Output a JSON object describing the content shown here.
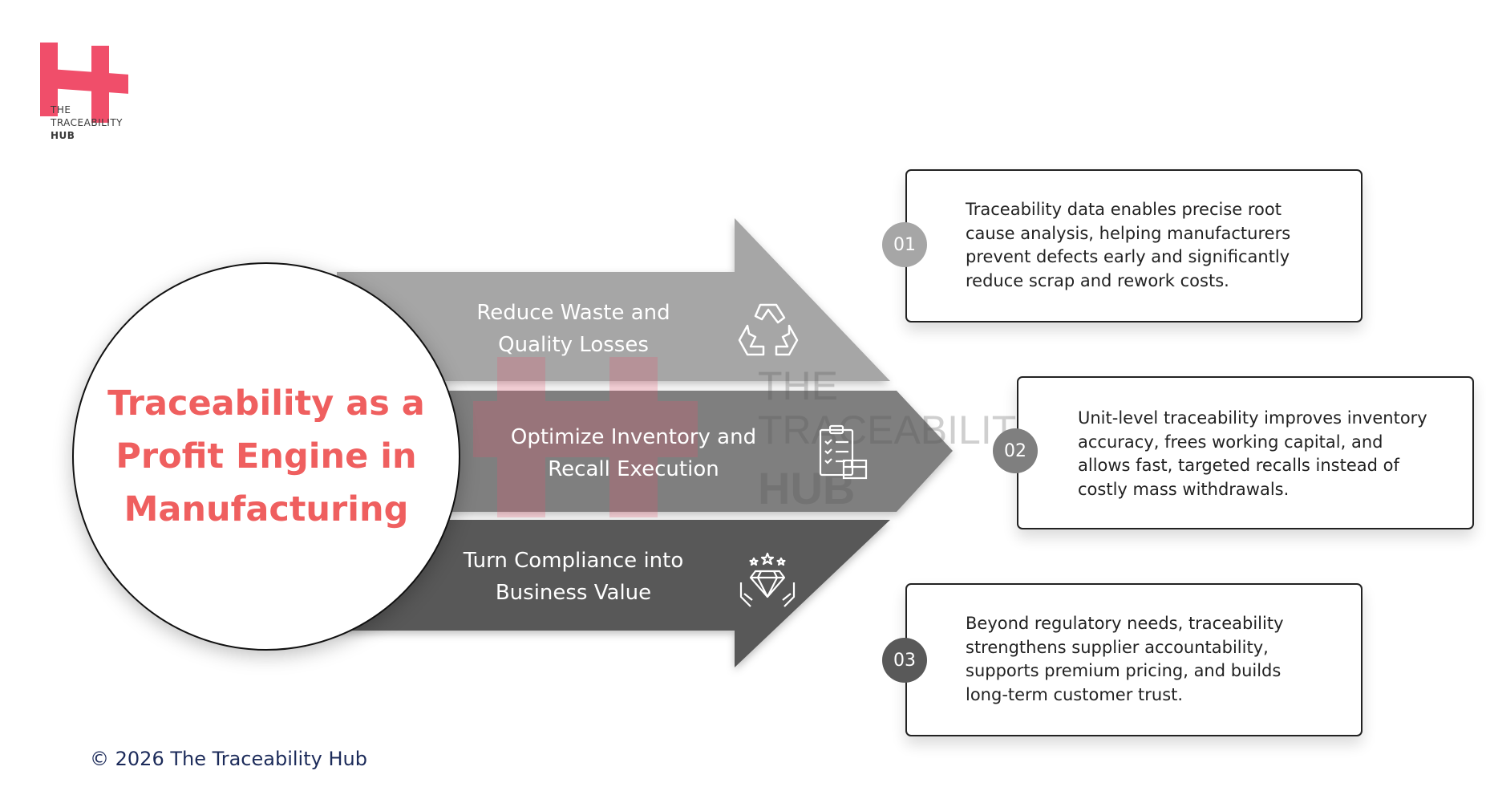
{
  "logo": {
    "icon": "hub-logo-icon",
    "line1": "THE",
    "line2": "TRACEABILITY",
    "line3": "HUB",
    "color": "#f04e6a"
  },
  "watermark": {
    "line1": "THE",
    "line2": "TRACEABILITY",
    "line3": "HUB"
  },
  "center": {
    "title": "Traceability as a Profit Engine in Manufacturing",
    "color": "#ef5f5f"
  },
  "arrows": [
    {
      "label_line1": "Reduce Waste and",
      "label_line2": "Quality Losses",
      "icon": "recycle-icon",
      "color": "#a6a6a6"
    },
    {
      "label_line1": "Optimize Inventory and",
      "label_line2": "Recall Execution",
      "icon": "inventory-checklist-icon",
      "color": "#7f7f7f"
    },
    {
      "label_line1": "Turn Compliance into",
      "label_line2": "Business Value",
      "icon": "diamond-hands-icon",
      "color": "#595959"
    }
  ],
  "cards": [
    {
      "badge": "01",
      "badge_color": "#a6a6a6",
      "lines": [
        "Traceability data enables precise root",
        "cause analysis, helping manufacturers",
        "prevent defects early and significantly",
        "reduce scrap and rework costs."
      ]
    },
    {
      "badge": "02",
      "badge_color": "#7f7f7f",
      "lines": [
        "Unit-level traceability improves inventory",
        "accuracy, frees working capital, and",
        "allows fast, targeted recalls instead of",
        "costly mass withdrawals."
      ]
    },
    {
      "badge": "03",
      "badge_color": "#595959",
      "lines": [
        "Beyond regulatory needs, traceability",
        "strengthens supplier accountability,",
        "supports premium pricing, and builds",
        "long-term customer trust."
      ]
    }
  ],
  "footer": {
    "copyright": "© 2026 The Traceability Hub"
  }
}
